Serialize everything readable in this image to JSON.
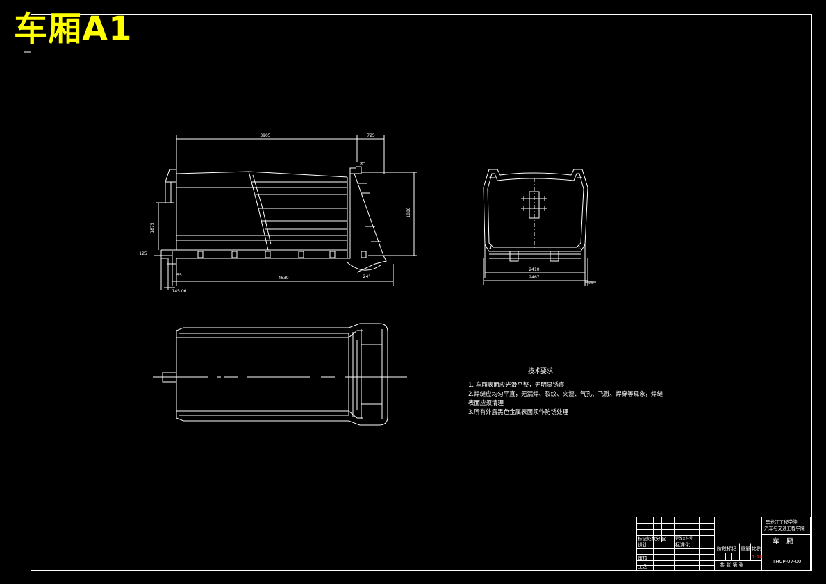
{
  "sheet": {
    "title": "车厢A1"
  },
  "dimensions": {
    "top_length": "3905",
    "top_overhang": "725",
    "small_top": "8",
    "left_height": "1875",
    "left_base": "125",
    "right_height": "1880",
    "bottom_offset": "55",
    "bottom_length": "4630",
    "bottom_left": "145.06",
    "angle": "24°",
    "end_width_inner": "2410",
    "end_width_outer": "2467",
    "end_right": "35"
  },
  "tech_requirements": {
    "title": "技术要求",
    "items": [
      "1. 车厢表面应光滑平整，无明显锈痕",
      "2.焊缝应均匀平直，无漏焊、裂纹、夹渣、气孔、飞溅、焊穿等现象，焊缝",
      "表面应须清理",
      "3.所有外露黑色金属表面须作防锈处理"
    ]
  },
  "title_block": {
    "school_line1": "黑龙江工程学院",
    "school_line2": "汽车与交通工程学院",
    "part_name": "车　厢",
    "drawing_no": "THCP-07-00",
    "stage_label": "阶段标记",
    "weight_label": "重量",
    "scale_label": "比例",
    "scale_value": "1:10",
    "mark_label": "标记处数分 区",
    "change_label": "更改文件号",
    "design_label": "设计",
    "standard_label": "标准化",
    "review_label": "审核",
    "process_label": "工艺",
    "sheet_row": "共 张  第 张"
  }
}
